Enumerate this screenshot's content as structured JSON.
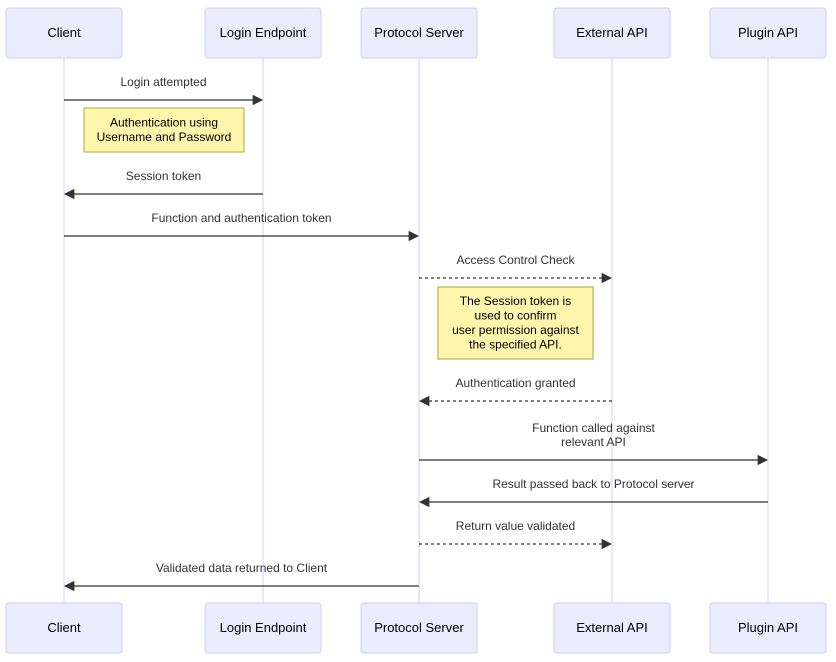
{
  "participants": [
    {
      "id": "client",
      "label": "Client"
    },
    {
      "id": "login",
      "label": "Login Endpoint"
    },
    {
      "id": "protocol",
      "label": "Protocol Server"
    },
    {
      "id": "external",
      "label": "External API"
    },
    {
      "id": "plugin",
      "label": "Plugin API"
    }
  ],
  "messages": [
    {
      "from": "client",
      "to": "login",
      "lines": [
        "Login attempted"
      ],
      "style": "solid"
    },
    {
      "from": "login",
      "to": "client",
      "lines": [
        "Session token"
      ],
      "style": "solid"
    },
    {
      "from": "client",
      "to": "protocol",
      "lines": [
        "Function and authentication token"
      ],
      "style": "solid"
    },
    {
      "from": "protocol",
      "to": "external",
      "lines": [
        "Access Control Check"
      ],
      "style": "dotted"
    },
    {
      "from": "external",
      "to": "protocol",
      "lines": [
        "Authentication granted"
      ],
      "style": "dotted"
    },
    {
      "from": "protocol",
      "to": "plugin",
      "lines": [
        "Function called against",
        "relevant API"
      ],
      "style": "solid"
    },
    {
      "from": "plugin",
      "to": "protocol",
      "lines": [
        "Result passed back to Protocol server"
      ],
      "style": "solid"
    },
    {
      "from": "protocol",
      "to": "external",
      "lines": [
        "Return value validated"
      ],
      "style": "dotted"
    },
    {
      "from": "protocol",
      "to": "client",
      "lines": [
        "Validated data returned to Client"
      ],
      "style": "solid"
    }
  ],
  "notes": [
    {
      "over": [
        "client",
        "login"
      ],
      "lines": [
        "Authentication using",
        "Username and Password"
      ]
    },
    {
      "over": [
        "protocol",
        "external"
      ],
      "lines": [
        "The Session token is",
        "used to confirm",
        "user permission against",
        "the specified API."
      ]
    }
  ],
  "colors": {
    "actor_fill": "#ECECFF",
    "actor_stroke": "#CCCCFF",
    "note_fill": "#FFF5AD",
    "note_stroke": "#AAAA33",
    "line": "#333333"
  }
}
